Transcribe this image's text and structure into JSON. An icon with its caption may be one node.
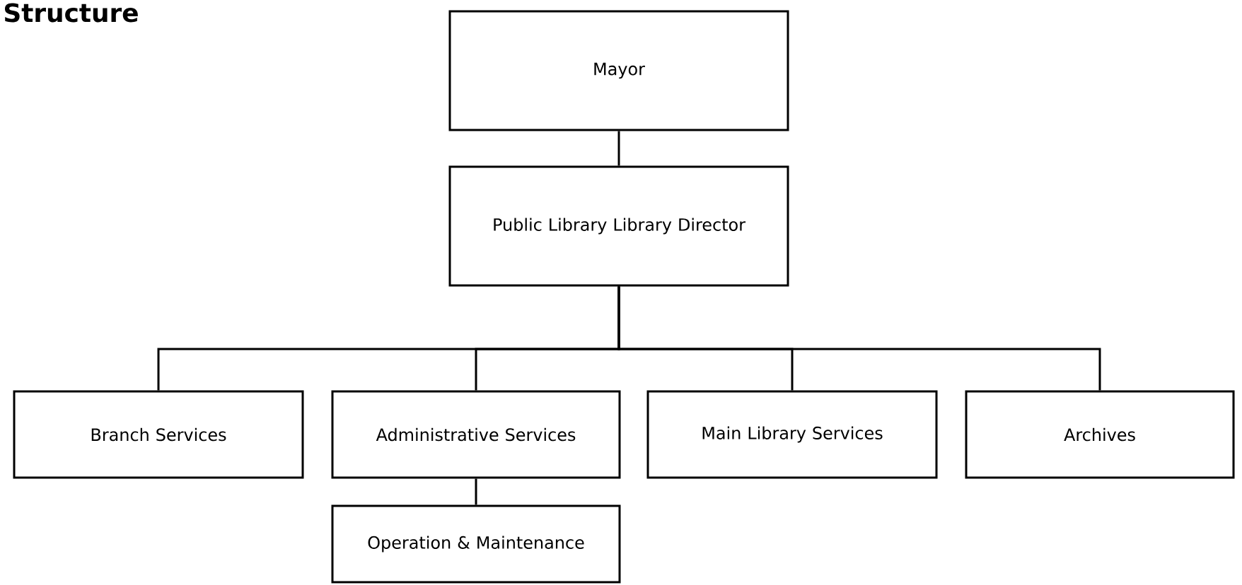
{
  "diagram": {
    "title": "Structure",
    "nodes": [
      {
        "text": [
          "Mayor"
        ]
      },
      {
        "text": [
          "Public Library Library Director"
        ]
      },
      {
        "text": [
          "Branch Services"
        ]
      },
      {
        "text": [
          "Administrative Services"
        ]
      },
      {
        "text": [
          "Main Library Services"
        ]
      },
      {
        "text": [
          "Archives"
        ]
      },
      {
        "text": [
          "Operation & Maintenance"
        ]
      }
    ],
    "edges": [
      {
        "from": 0,
        "to": 1,
        "arrow": "none"
      },
      {
        "from": 1,
        "to": 2,
        "arrow": "none"
      },
      {
        "from": 1,
        "to": 3,
        "arrow": "none"
      },
      {
        "from": 1,
        "to": 4,
        "arrow": "none"
      },
      {
        "from": 1,
        "to": 5,
        "arrow": "none"
      },
      {
        "from": 3,
        "to": 6,
        "arrow": "none"
      }
    ]
  }
}
